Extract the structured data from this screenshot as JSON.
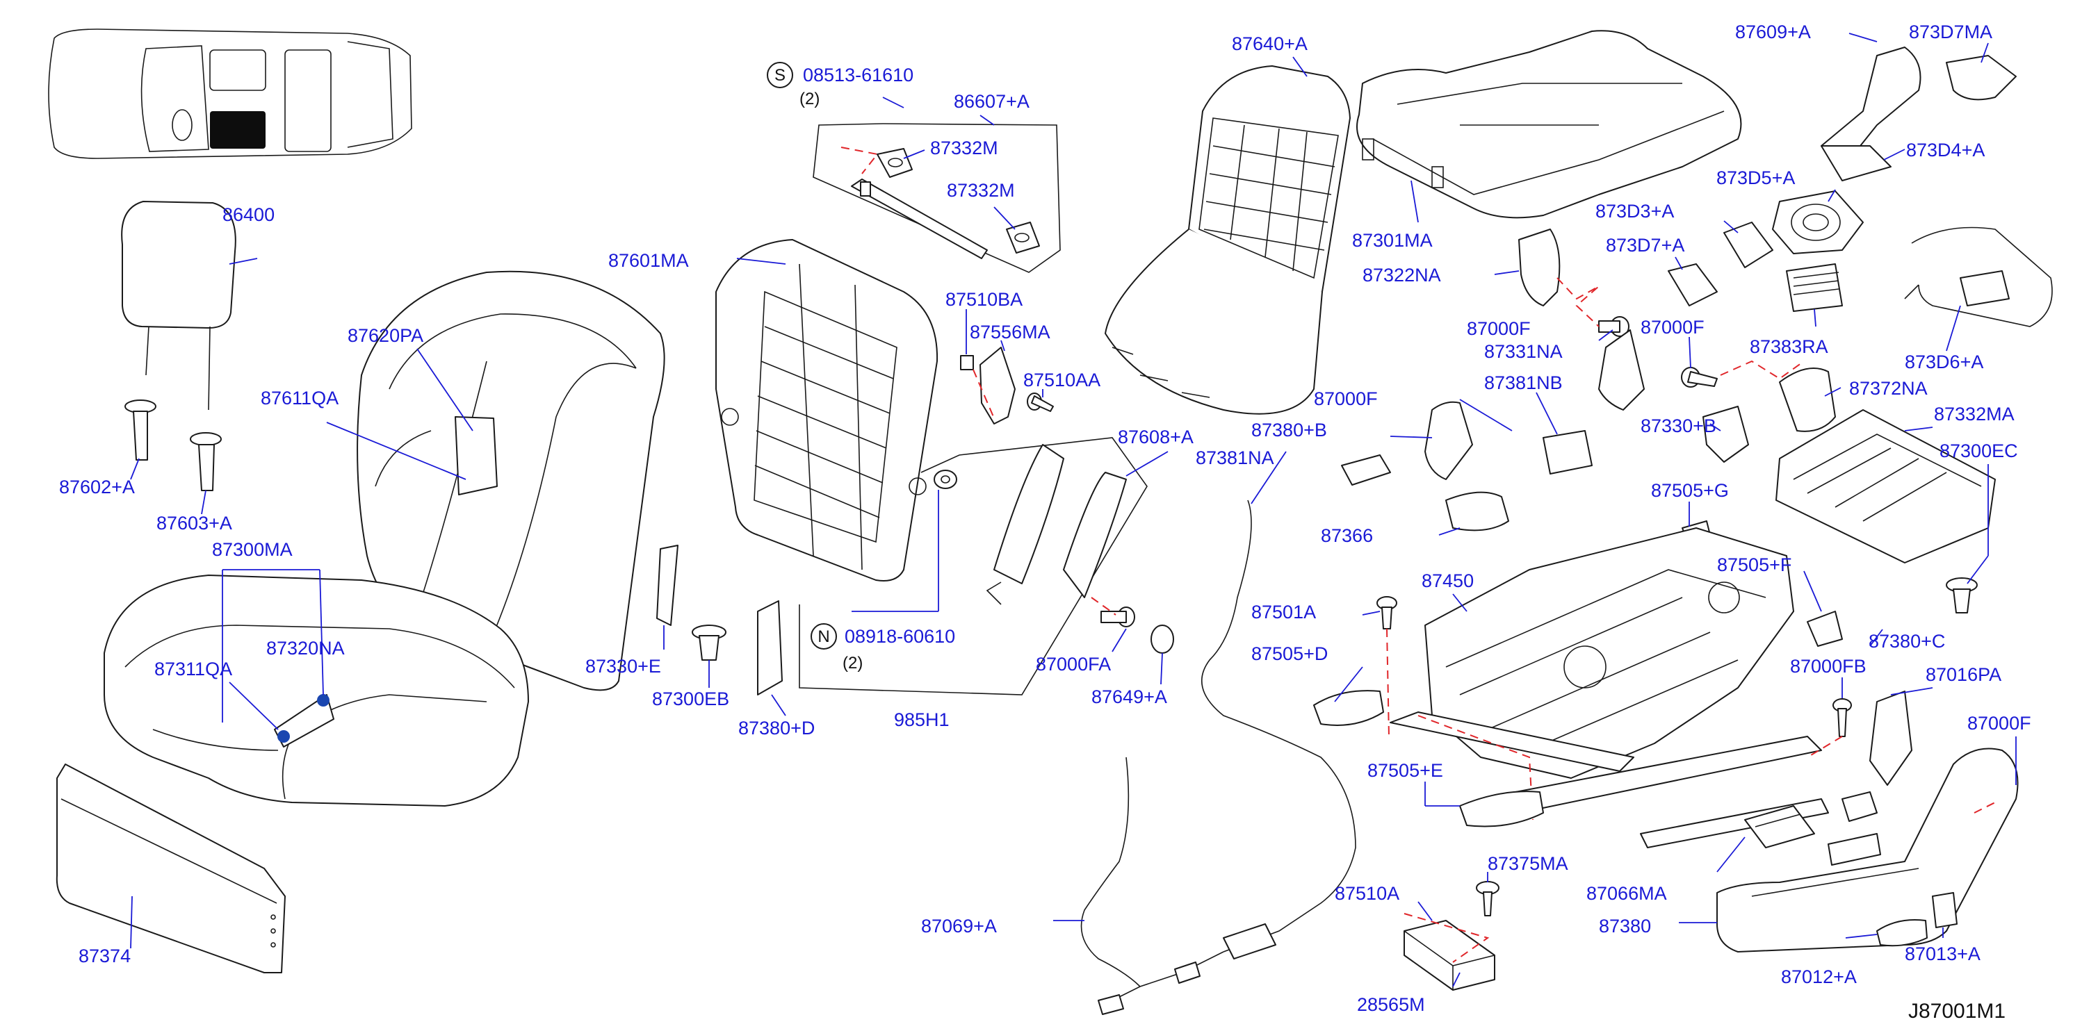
{
  "callouts": [
    {
      "text": "08513-61610"
    },
    {
      "text": "(2)"
    },
    {
      "text": "86607+A"
    },
    {
      "text": "87332M"
    },
    {
      "text": "87332M"
    },
    {
      "text": "87640+A"
    },
    {
      "text": "87609+A"
    },
    {
      "text": "873D7MA"
    },
    {
      "text": "873D4+A"
    },
    {
      "text": "873D5+A"
    },
    {
      "text": "873D3+A"
    },
    {
      "text": "873D7+A"
    },
    {
      "text": "87383RA"
    },
    {
      "text": "873D6+A"
    },
    {
      "text": "87301MA"
    },
    {
      "text": "87322NA"
    },
    {
      "text": "87000F"
    },
    {
      "text": "87331NA"
    },
    {
      "text": "87000F"
    },
    {
      "text": "87372NA"
    },
    {
      "text": "87330+B"
    },
    {
      "text": "87332MA"
    },
    {
      "text": "87300EC"
    },
    {
      "text": "86400"
    },
    {
      "text": "87620PA"
    },
    {
      "text": "87611QA"
    },
    {
      "text": "87602+A"
    },
    {
      "text": "87603+A"
    },
    {
      "text": "87300MA"
    },
    {
      "text": "87320NA"
    },
    {
      "text": "87311QA"
    },
    {
      "text": "87374"
    },
    {
      "text": "87601MA"
    },
    {
      "text": "87510BA"
    },
    {
      "text": "87556MA"
    },
    {
      "text": "87510AA"
    },
    {
      "text": "87608+A"
    },
    {
      "text": "87381NA"
    },
    {
      "text": "87000F"
    },
    {
      "text": "87381NB"
    },
    {
      "text": "87380+B"
    },
    {
      "text": "87366"
    },
    {
      "text": "87505+G"
    },
    {
      "text": "87505+F"
    },
    {
      "text": "87380+C"
    },
    {
      "text": "87330+E"
    },
    {
      "text": "87300EB"
    },
    {
      "text": "87380+D"
    },
    {
      "text": "08918-60610"
    },
    {
      "text": "(2)"
    },
    {
      "text": "985H1"
    },
    {
      "text": "87000FA"
    },
    {
      "text": "87649+A"
    },
    {
      "text": "87501A"
    },
    {
      "text": "87450"
    },
    {
      "text": "87505+D"
    },
    {
      "text": "87000FB"
    },
    {
      "text": "87016PA"
    },
    {
      "text": "87000F"
    },
    {
      "text": "87505+E"
    },
    {
      "text": "87375MA"
    },
    {
      "text": "87066MA"
    },
    {
      "text": "87510A"
    },
    {
      "text": "87380"
    },
    {
      "text": "87069+A"
    },
    {
      "text": "28565M"
    },
    {
      "text": "87012+A"
    },
    {
      "text": "87013+A"
    }
  ],
  "symbols": {
    "s": "S",
    "n": "N"
  },
  "diagram_code": "J87001M1",
  "colors": {
    "label": "#1a1ad6",
    "dashed_guide": "#e0262a",
    "marker": "#1a46b0"
  }
}
